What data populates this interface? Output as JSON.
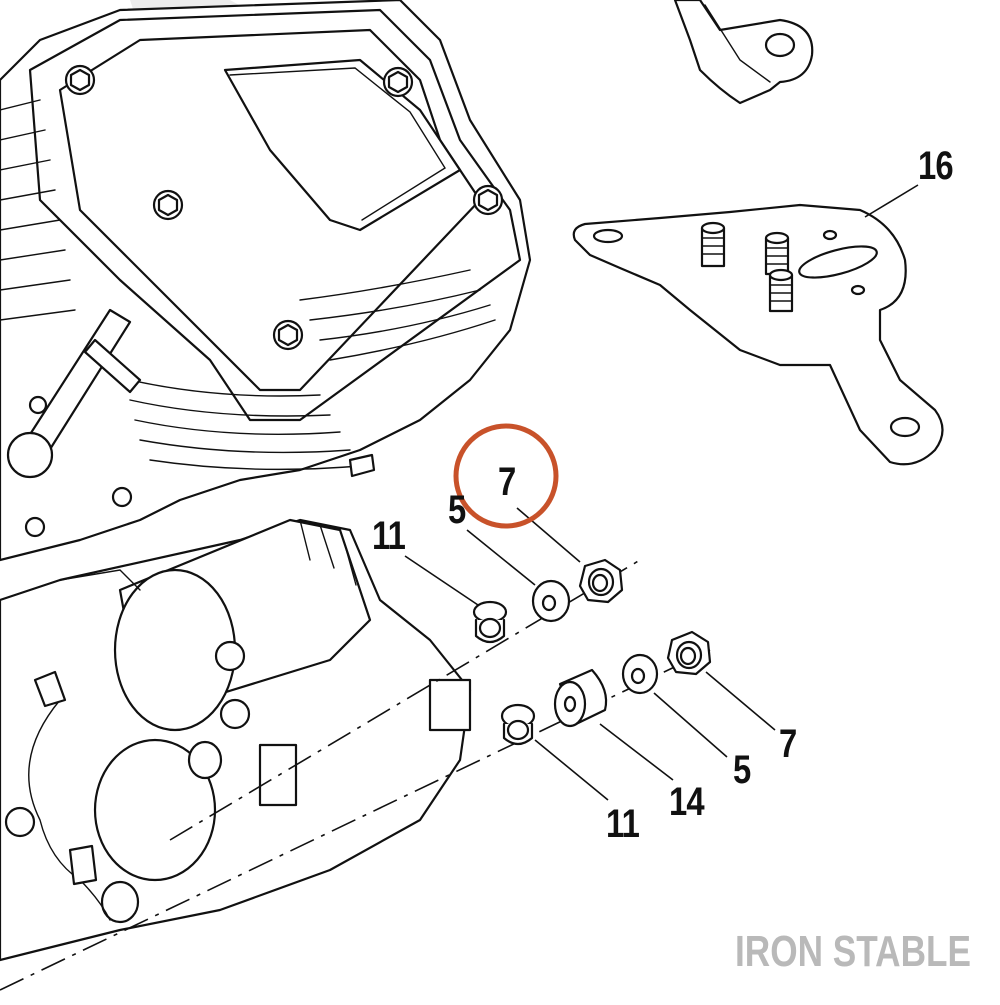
{
  "callouts": [
    {
      "id": "c16",
      "label": "16"
    },
    {
      "id": "c7a",
      "label": "7"
    },
    {
      "id": "c5a",
      "label": "5"
    },
    {
      "id": "c11a",
      "label": "11"
    },
    {
      "id": "c7b",
      "label": "7"
    },
    {
      "id": "c5b",
      "label": "5"
    },
    {
      "id": "c14",
      "label": "14"
    },
    {
      "id": "c11b",
      "label": "11"
    }
  ],
  "highlight": {
    "target": "7",
    "color": "#c8522a"
  },
  "watermark": {
    "text": "IRON STABLE",
    "color": "#b9b9b9"
  }
}
